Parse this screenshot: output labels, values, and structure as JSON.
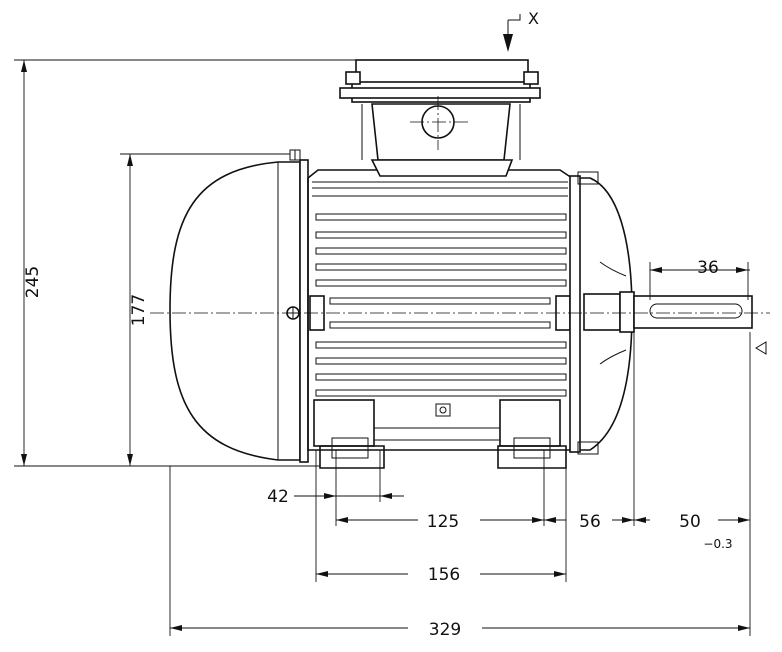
{
  "view_marker": {
    "label": "X"
  },
  "dimensions": {
    "overall_height": "245",
    "frame_height": "177",
    "shaft_length": "36",
    "offset_foot": "42",
    "foot_spacing": "125",
    "foot_to_shoulder": "56",
    "shaft_extension": "50",
    "shaft_tolerance": "−0.3",
    "foot_base": "156",
    "overall_length": "329"
  },
  "symbols": {
    "datum": "triangle-datum-icon"
  }
}
